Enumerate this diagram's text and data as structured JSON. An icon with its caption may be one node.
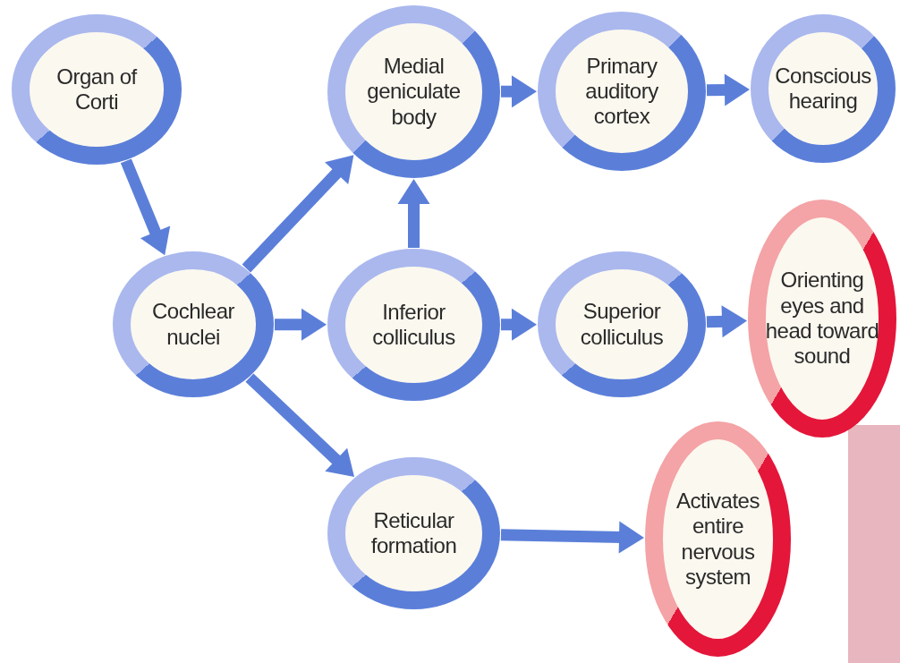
{
  "diagram": {
    "nodes": [
      {
        "text": [
          "Organ of Corti"
        ]
      },
      {
        "text": [
          "Medial geniculate body"
        ]
      },
      {
        "text": [
          "Primary auditory cortex"
        ]
      },
      {
        "text": [
          "Conscious hearing"
        ]
      },
      {
        "text": [
          "Cochlear nuclei"
        ]
      },
      {
        "text": [
          "Inferior colliculus"
        ]
      },
      {
        "text": [
          "Superior colliculus"
        ]
      },
      {
        "text": [
          "Orienting eyes and head toward sound"
        ]
      },
      {
        "text": [
          "Reticular formation"
        ]
      },
      {
        "text": [
          "Activates entire nervous system"
        ]
      }
    ],
    "edges": [
      {
        "from": 0,
        "to": 4,
        "arrow": "to"
      },
      {
        "from": 4,
        "to": 1,
        "arrow": "to"
      },
      {
        "from": 5,
        "to": 1,
        "arrow": "to"
      },
      {
        "from": 1,
        "to": 2,
        "arrow": "to"
      },
      {
        "from": 2,
        "to": 3,
        "arrow": "to"
      },
      {
        "from": 4,
        "to": 5,
        "arrow": "to"
      },
      {
        "from": 5,
        "to": 6,
        "arrow": "to"
      },
      {
        "from": 6,
        "to": 7,
        "arrow": "to"
      },
      {
        "from": 4,
        "to": 8,
        "arrow": "to"
      },
      {
        "from": 8,
        "to": 9,
        "arrow": "to"
      }
    ]
  }
}
